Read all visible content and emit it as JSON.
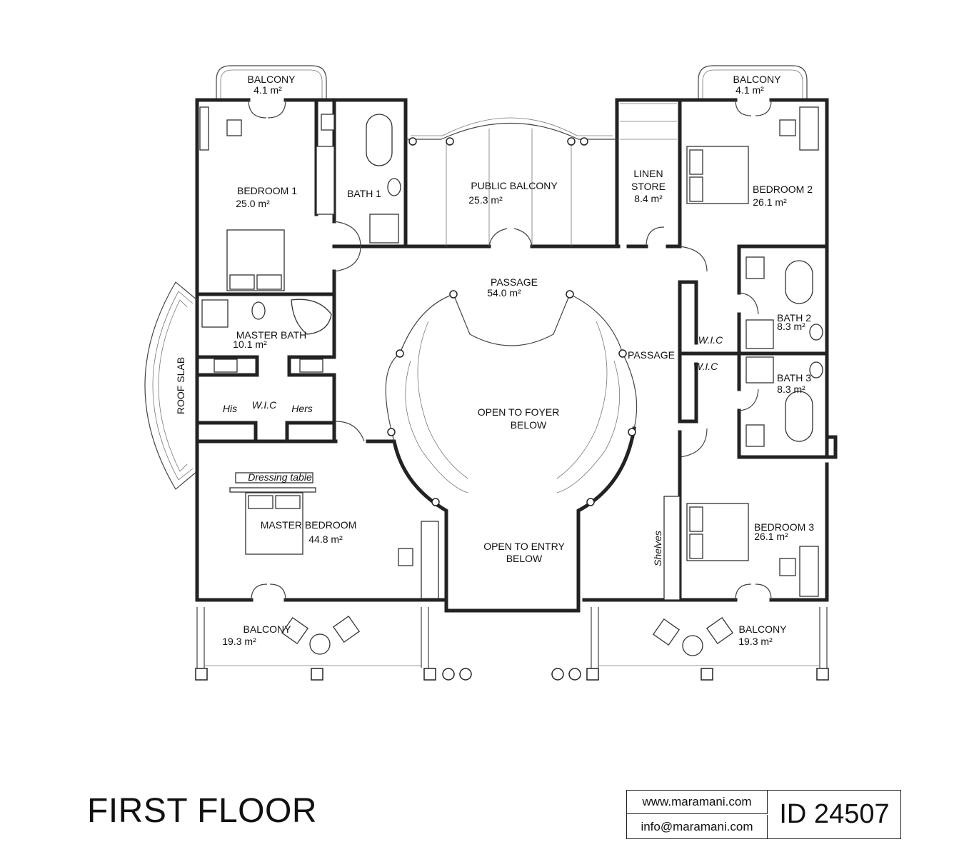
{
  "title": "FIRST FLOOR",
  "contact": {
    "website": "www.maramani.com",
    "email": "info@maramani.com",
    "plan_id": "ID 24507"
  },
  "rooms": {
    "balcony_top_left": {
      "name": "BALCONY",
      "area": "4.1 m²"
    },
    "balcony_top_right": {
      "name": "BALCONY",
      "area": "4.1 m²"
    },
    "bedroom_1": {
      "name": "BEDROOM 1",
      "area": "25.0 m²"
    },
    "bath_1": {
      "name": "BATH 1"
    },
    "public_balcony": {
      "name": "PUBLIC BALCONY",
      "area": "25.3 m²"
    },
    "linen_store": {
      "name": "LINEN",
      "name2": "STORE",
      "area": "8.4 m²"
    },
    "bedroom_2": {
      "name": "BEDROOM 2",
      "area": "26.1 m²"
    },
    "passage": {
      "name": "PASSAGE",
      "area": "54.0 m²"
    },
    "passage_side": {
      "name": "PASSAGE"
    },
    "master_bath": {
      "name": "MASTER BATH",
      "area": "10.1 m²"
    },
    "roof_slab": {
      "name": "ROOF SLAB"
    },
    "master_wic": {
      "name": "W.I.C",
      "his": "His",
      "hers": "Hers"
    },
    "bath_2": {
      "name": "BATH 2",
      "area": "8.3 m²"
    },
    "bath_3": {
      "name": "BATH 3",
      "area": "8.3 m²"
    },
    "wic_2": {
      "name": "W.I.C"
    },
    "wic_3": {
      "name": "W.I.C"
    },
    "foyer": {
      "line1": "OPEN TO FOYER",
      "line2": "BELOW"
    },
    "entry": {
      "line1": "OPEN TO ENTRY",
      "line2": "BELOW"
    },
    "master_bedroom": {
      "name": "MASTER BEDROOM",
      "area": "44.8 m²",
      "dressing": "Dressing table"
    },
    "bedroom_3": {
      "name": "BEDROOM 3",
      "area": "26.1 m²",
      "shelves": "Shelves"
    },
    "balcony_bottom_left": {
      "name": "BALCONY",
      "area": "19.3 m²"
    },
    "balcony_bottom_right": {
      "name": "BALCONY",
      "area": "19.3 m²"
    }
  }
}
